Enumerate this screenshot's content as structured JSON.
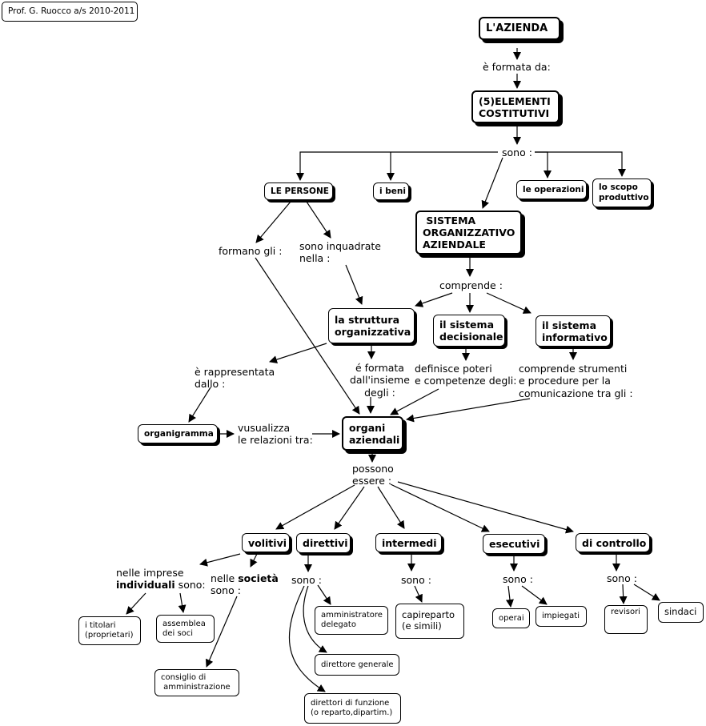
{
  "header": {
    "credit": "Prof. G. Ruocco a/s 2010-2011"
  },
  "nodes": {
    "azienda": "L'AZIENDA",
    "elementi": "(5)ELEMENTI\nCOSTITUTIVI",
    "persone": "LE PERSONE",
    "beni": "i beni",
    "operazioni": "le operazioni",
    "scopo": "lo scopo\nproduttivo",
    "sistema_org": " SISTEMA\nORGANIZZATIVO\nAZIENDALE",
    "struttura": "la struttura\norganizzativa",
    "sistema_dec": "il sistema\ndecisionale",
    "sistema_inf": "il sistema\ninformativo",
    "organigramma": "organigramma",
    "organi": "organi\naziendali",
    "volitivi": "volitivi",
    "direttivi": "direttivi",
    "intermedi": "intermedi",
    "esecutivi": "esecutivi",
    "controllo": "di controllo",
    "titolari": "i titolari\n(proprietari)",
    "assemblea": "assemblea\ndei soci",
    "consiglio": "consiglio di\n amministrazione",
    "amm_delegato": "amministratore\ndelegato",
    "dir_generale": "direttore generale",
    "dir_funzione": "direttori di funzione\n(o reparto,dipartim.)",
    "capireparto": "capireparto\n(e simili)",
    "operai": "operai",
    "impiegati": "impiegati",
    "revisori": "revisori",
    "sindaci": "sindaci"
  },
  "labels": {
    "formata_da": "è formata da:",
    "sono1": "sono :",
    "formano": "formano gli :",
    "inquadrate": "sono inquadrate\nnella :",
    "comprende": "comprende :",
    "rappresentata": "è rappresentata\ndallo :",
    "formata_insieme": "é formata\ndall'insieme\ndegli :",
    "definisce": "definisce poteri\ne competenze degli:",
    "comprende_strumenti": "comprende strumenti\ne procedure per la\ncomunicazione tra gli :",
    "visualizza": "vusualizza\nle relazioni tra:",
    "possono": "possono\nessere :",
    "imprese_prefix": "nelle imprese",
    "imprese_bold": "individuali",
    "imprese_suffix": " sono:",
    "societa_prefix": "nelle ",
    "societa_bold": "società",
    "societa_suffix": "sono :",
    "sono_dir": "sono :",
    "sono_int": "sono :",
    "sono_ese": "sono :",
    "sono_ctrl": "sono :"
  }
}
